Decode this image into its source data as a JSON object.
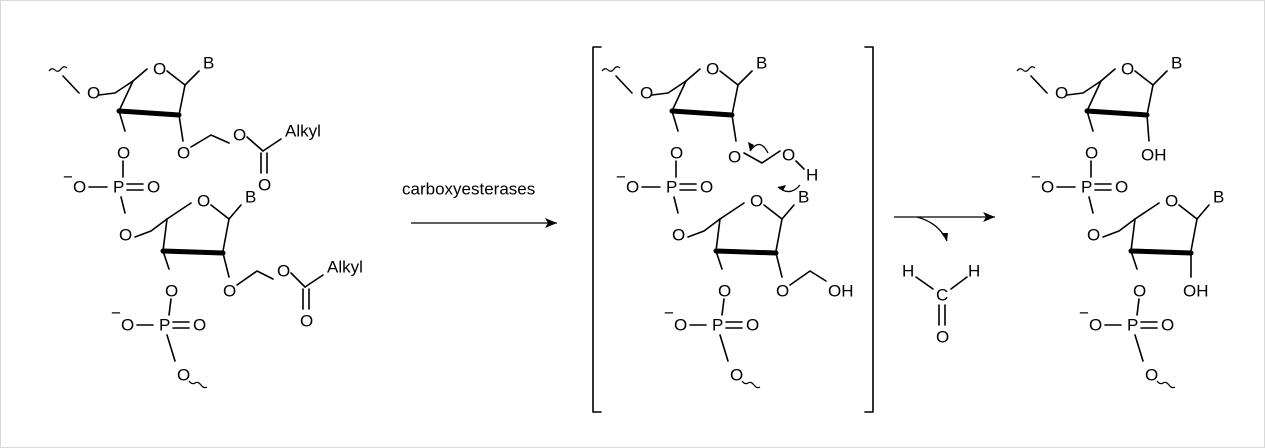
{
  "atoms": {
    "O": "O",
    "P": "P",
    "B": "B",
    "H": "H",
    "C": "C",
    "OH": "OH",
    "alkyl": "Alkyl",
    "neg": "−"
  },
  "reagents": {
    "step1": "carboxyesterases"
  },
  "colors": {
    "line": "#000000",
    "frame": "#d9d9d9"
  }
}
